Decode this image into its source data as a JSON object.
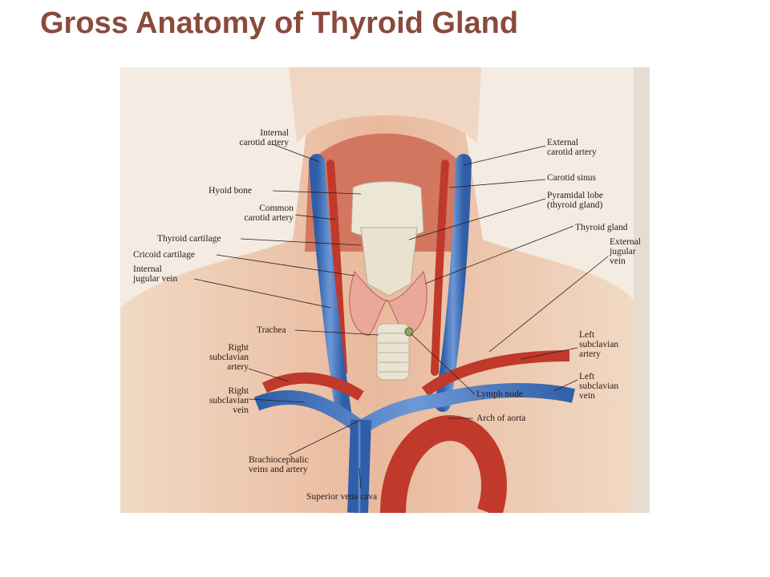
{
  "slide": {
    "title": "Gross Anatomy of Thyroid Gland"
  },
  "figure": {
    "colors": {
      "vein": "#3f6fb8",
      "artery": "#c0392b",
      "skin": "#e8b598",
      "thyroid": "#e9a89a",
      "cartilage": "#e8e2cf"
    },
    "labels": {
      "internal_carotid_artery": [
        "Internal",
        "carotid artery"
      ],
      "hyoid_bone": [
        "Hyoid bone"
      ],
      "common_carotid_artery": [
        "Common",
        "carotid artery"
      ],
      "thyroid_cartilage": [
        "Thyroid cartilage"
      ],
      "cricoid_cartilage": [
        "Cricoid cartilage"
      ],
      "internal_jugular_vein": [
        "Internal",
        "jugular vein"
      ],
      "trachea": [
        "Trachea"
      ],
      "right_subclavian_artery": [
        "Right",
        "subclavian",
        "artery"
      ],
      "right_subclavian_vein": [
        "Right",
        "subclavian",
        "vein"
      ],
      "brachiocephalic": [
        "Brachiocephalic",
        "veins and artery"
      ],
      "superior_vena_cava": [
        "Superior vena cava"
      ],
      "external_carotid_artery": [
        "External",
        "carotid artery"
      ],
      "carotid_sinus": [
        "Carotid sinus"
      ],
      "pyramidal_lobe": [
        "Pyramidal lobe",
        "(thyroid gland)"
      ],
      "thyroid_gland": [
        "Thyroid gland"
      ],
      "external_jugular_vein": [
        "External",
        "jugular",
        "vein"
      ],
      "left_subclavian_artery": [
        "Left",
        "subclavian",
        "artery"
      ],
      "left_subclavian_vein": [
        "Left",
        "subclavian",
        "vein"
      ],
      "lymph_node": [
        "Lymph node"
      ],
      "arch_of_aorta": [
        "Arch of aorta"
      ]
    }
  }
}
